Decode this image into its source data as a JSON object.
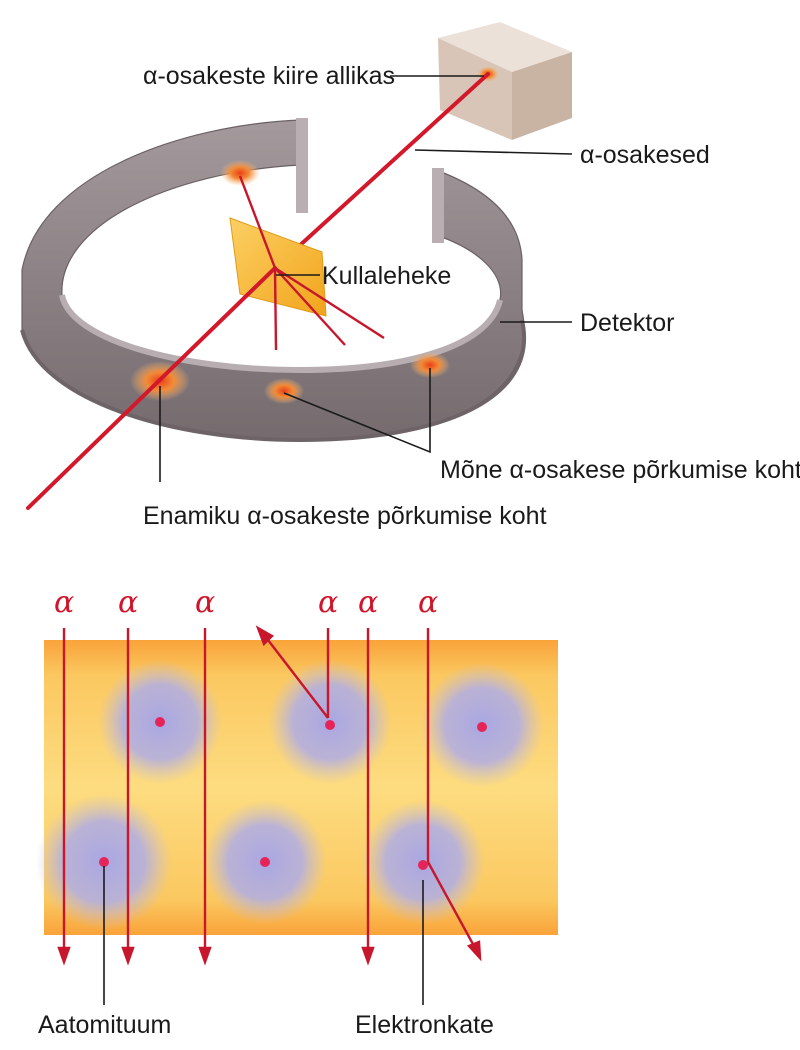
{
  "labels": {
    "source": "α-osakeste kiire allikas",
    "particles": "α-osakesed",
    "foil": "Kullaleheke",
    "detector": "Detektor",
    "some_impacts": "Mõne α-osakese põrkumise koht",
    "most_impacts": "Enamiku α-osakeste põrkumise koht",
    "nucleus": "Aatomituum",
    "electron_shell": "Elektronkate"
  },
  "alpha_symbol": "α",
  "colors": {
    "ray": "#d2182a",
    "ring": "#8f8588",
    "foil": "#f5b82a",
    "source_box": "#d7c3b5",
    "gold_band": "#fbd67a",
    "electron_cloud": "#a8a6e0",
    "nucleus": "#e5245a"
  }
}
